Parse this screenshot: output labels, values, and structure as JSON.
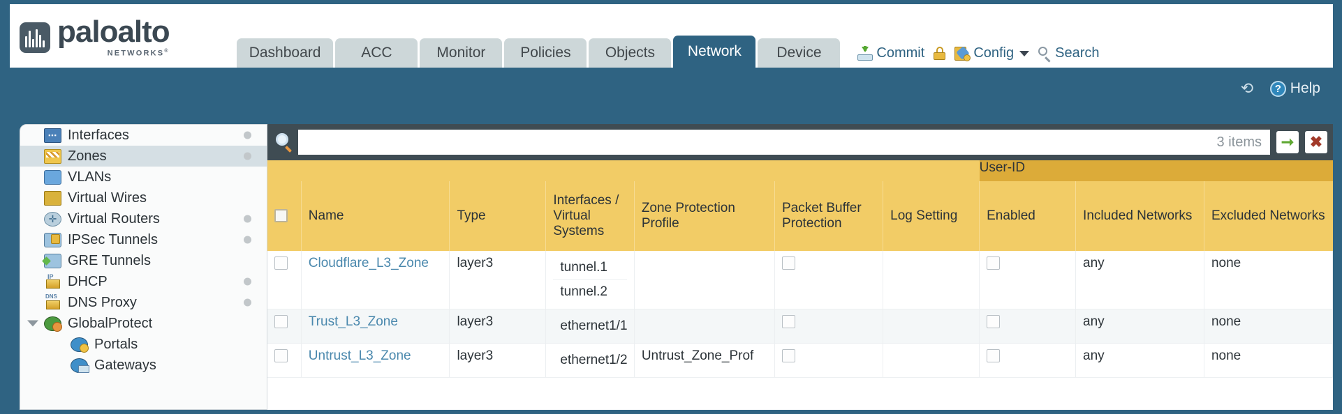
{
  "brand": {
    "name": "paloalto",
    "sub": "NETWORKS",
    "sup": "®"
  },
  "nav": {
    "tabs": [
      {
        "label": "Dashboard",
        "active": false
      },
      {
        "label": "ACC",
        "active": false
      },
      {
        "label": "Monitor",
        "active": false
      },
      {
        "label": "Policies",
        "active": false
      },
      {
        "label": "Objects",
        "active": false
      },
      {
        "label": "Network",
        "active": true
      },
      {
        "label": "Device",
        "active": false
      }
    ]
  },
  "header_actions": {
    "commit": "Commit",
    "config": "Config",
    "search": "Search",
    "lock_icon": "lock-icon",
    "commit_icon": "commit-icon",
    "config_icon": "config-icon",
    "search_icon": "search-icon"
  },
  "subbar": {
    "refresh_icon": "refresh-icon",
    "help": "Help",
    "help_icon": "help-icon"
  },
  "sidebar": {
    "items": [
      {
        "label": "Interfaces",
        "icon": "interfaces-icon",
        "selected": false,
        "dot": true,
        "child": false,
        "expander": false
      },
      {
        "label": "Zones",
        "icon": "zones-icon",
        "selected": true,
        "dot": true,
        "child": false,
        "expander": false
      },
      {
        "label": "VLANs",
        "icon": "vlans-icon",
        "selected": false,
        "dot": false,
        "child": false,
        "expander": false
      },
      {
        "label": "Virtual Wires",
        "icon": "virtual-wires-icon",
        "selected": false,
        "dot": false,
        "child": false,
        "expander": false
      },
      {
        "label": "Virtual Routers",
        "icon": "virtual-routers-icon",
        "selected": false,
        "dot": true,
        "child": false,
        "expander": false
      },
      {
        "label": "IPSec Tunnels",
        "icon": "ipsec-tunnels-icon",
        "selected": false,
        "dot": true,
        "child": false,
        "expander": false
      },
      {
        "label": "GRE Tunnels",
        "icon": "gre-tunnels-icon",
        "selected": false,
        "dot": false,
        "child": false,
        "expander": false
      },
      {
        "label": "DHCP",
        "icon": "dhcp-icon",
        "selected": false,
        "dot": true,
        "child": false,
        "expander": false
      },
      {
        "label": "DNS Proxy",
        "icon": "dns-proxy-icon",
        "selected": false,
        "dot": true,
        "child": false,
        "expander": false
      },
      {
        "label": "GlobalProtect",
        "icon": "globalprotect-icon",
        "selected": false,
        "dot": false,
        "child": false,
        "expander": true
      },
      {
        "label": "Portals",
        "icon": "portals-icon",
        "selected": false,
        "dot": false,
        "child": true,
        "expander": false
      },
      {
        "label": "Gateways",
        "icon": "gateways-icon",
        "selected": false,
        "dot": false,
        "child": true,
        "expander": false
      }
    ]
  },
  "filter": {
    "value": "",
    "placeholder": "",
    "item_count": "3 items",
    "search_icon": "magnifier-icon",
    "apply_icon": "apply-filter-arrow-icon",
    "clear_icon": "clear-filter-x-icon"
  },
  "table": {
    "group_header": "User-ID",
    "columns": [
      "Name",
      "Type",
      "Interfaces / Virtual Systems",
      "Zone Protection Profile",
      "Packet Buffer Protection",
      "Log Setting",
      "Enabled",
      "Included Networks",
      "Excluded Networks"
    ],
    "rows": [
      {
        "name": "Cloudflare_L3_Zone",
        "type": "layer3",
        "interfaces": [
          "tunnel.1",
          "tunnel.2"
        ],
        "zone_protection_profile": "",
        "packet_buffer_protection": false,
        "log_setting": "",
        "userid_enabled": false,
        "included_networks": "any",
        "excluded_networks": "none",
        "selected": false
      },
      {
        "name": "Trust_L3_Zone",
        "type": "layer3",
        "interfaces": [
          "ethernet1/1"
        ],
        "zone_protection_profile": "",
        "packet_buffer_protection": false,
        "log_setting": "",
        "userid_enabled": false,
        "included_networks": "any",
        "excluded_networks": "none",
        "selected": false
      },
      {
        "name": "Untrust_L3_Zone",
        "type": "layer3",
        "interfaces": [
          "ethernet1/2"
        ],
        "zone_protection_profile": "Untrust_Zone_Prof",
        "packet_buffer_protection": false,
        "log_setting": "",
        "userid_enabled": false,
        "included_networks": "any",
        "excluded_networks": "none",
        "selected": false
      }
    ]
  },
  "colors": {
    "brand_blue": "#2f6382",
    "table_header_gold": "#f2cc66",
    "group_header_gold": "#dcab39",
    "link_blue": "#4a88ad",
    "filter_bar": "#3f4c53"
  }
}
